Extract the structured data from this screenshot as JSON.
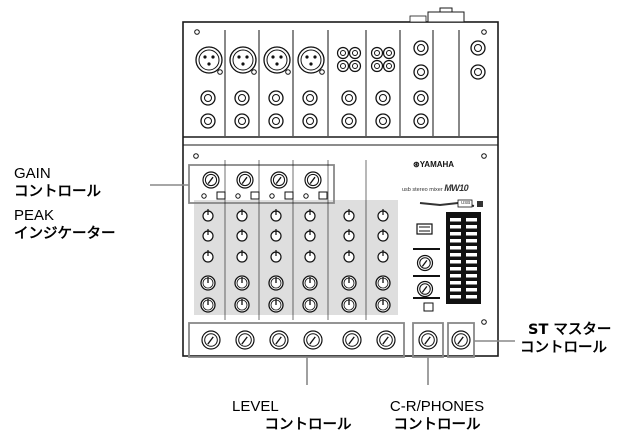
{
  "brand": "⊛YAMAHA",
  "model": {
    "prefix": "usb stereo mixer",
    "name": "MW10"
  },
  "usb_label": "USB",
  "callouts": {
    "gain": {
      "line1": "GAIN",
      "line2": "コントロール"
    },
    "peak": {
      "line1": "PEAK",
      "line2": "インジケーター"
    },
    "level": {
      "line1": "LEVEL",
      "line2": "コントロール"
    },
    "crphones": {
      "line1": "C-R/PHONES",
      "line2": "コントロール"
    },
    "stmaster": {
      "line1": "ST マスター",
      "line2": "コントロール"
    }
  },
  "colors": {
    "panel": "#ffffff",
    "outline": "#1a1a1a",
    "group_fill": "#dedede",
    "callout_line": "#888888"
  }
}
